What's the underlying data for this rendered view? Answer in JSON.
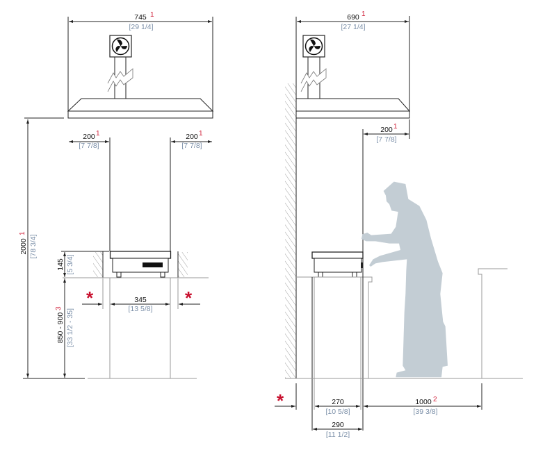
{
  "front_view": {
    "hood_width": {
      "value": "745",
      "note": "1",
      "imperial": "[29 1/4]"
    },
    "left_clearance": {
      "value": "200",
      "note": "1",
      "imperial": "[7 7/8]"
    },
    "right_clearance": {
      "value": "200",
      "note": "1",
      "imperial": "[7 7/8]"
    },
    "hood_height": {
      "value": "2000",
      "note": "1",
      "imperial": "[78 3/4]"
    },
    "appliance_height": {
      "value": "145",
      "imperial": "[5 3/4]"
    },
    "counter_height": {
      "value": "850 - 900",
      "note": "3",
      "imperial": "[33 1/2 - 35]"
    },
    "appliance_width": {
      "value": "345",
      "imperial": "[13 5/8]"
    },
    "side_marker_left": "*",
    "side_marker_right": "*"
  },
  "side_view": {
    "hood_depth": {
      "value": "690",
      "note": "1",
      "imperial": "[27 1/4]"
    },
    "front_clearance": {
      "value": "200",
      "note": "1",
      "imperial": "[7 7/8]"
    },
    "base_depth": {
      "value": "270",
      "imperial": "[10 5/8]"
    },
    "operator_space": {
      "value": "1000",
      "note": "2",
      "imperial": "[39 3/8]"
    },
    "appliance_depth": {
      "value": "290",
      "imperial": "[11 1/2]"
    },
    "rear_marker": "*"
  },
  "colors": {
    "metric": "#111111",
    "imperial": "#7b8fa8",
    "note": "#d0213a",
    "person": "#c3cdd4"
  }
}
